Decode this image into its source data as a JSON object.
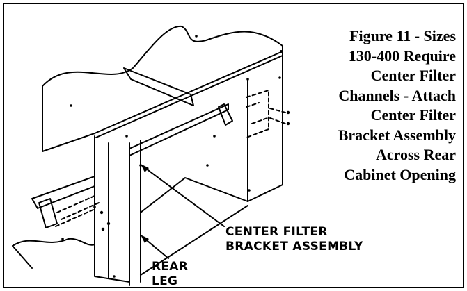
{
  "caption": {
    "lines": [
      "Figure 11 - Sizes",
      "130-400 Require",
      "Center Filter",
      "Channels - Attach",
      "Center Filter",
      "Bracket Assembly",
      "Across Rear",
      "Cabinet Opening"
    ]
  },
  "labels": {
    "center_bracket": [
      "CENTER FILTER",
      "BRACKET ASSEMBLY"
    ],
    "rear_leg": [
      "REAR",
      "LEG"
    ]
  },
  "colors": {
    "ink": "#000000",
    "background": "#ffffff"
  }
}
